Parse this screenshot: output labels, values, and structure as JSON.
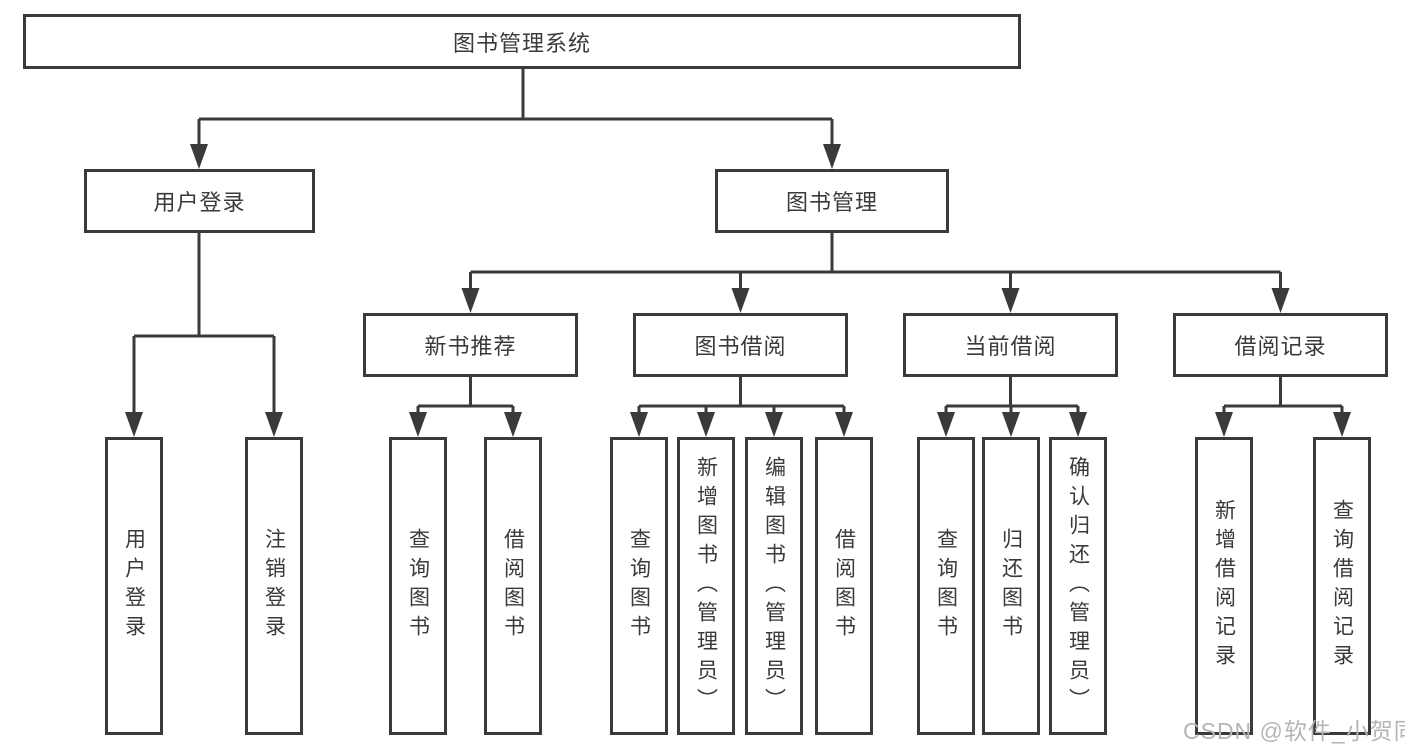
{
  "diagram": {
    "watermark": "CSDN @软件_小贺同学",
    "colors": {
      "line": "#3a3a3a",
      "text": "#3a3a3a",
      "watermark": "#b5b5b5"
    },
    "tree": {
      "label": "图书管理系统",
      "children": [
        {
          "label": "用户登录",
          "children": [
            {
              "label": "用户登录"
            },
            {
              "label": "注销登录"
            }
          ]
        },
        {
          "label": "图书管理",
          "children": [
            {
              "label": "新书推荐",
              "children": [
                {
                  "label": "查询图书"
                },
                {
                  "label": "借阅图书"
                }
              ]
            },
            {
              "label": "图书借阅",
              "children": [
                {
                  "label": "查询图书"
                },
                {
                  "label": "新增图书（管理员）"
                },
                {
                  "label": "编辑图书（管理员）"
                },
                {
                  "label": "借阅图书"
                }
              ]
            },
            {
              "label": "当前借阅",
              "children": [
                {
                  "label": "查询图书"
                },
                {
                  "label": "归还图书"
                },
                {
                  "label": "确认归还（管理员）"
                }
              ]
            },
            {
              "label": "借阅记录",
              "children": [
                {
                  "label": "新增借阅记录"
                },
                {
                  "label": "查询借阅记录"
                }
              ]
            }
          ]
        }
      ]
    }
  }
}
